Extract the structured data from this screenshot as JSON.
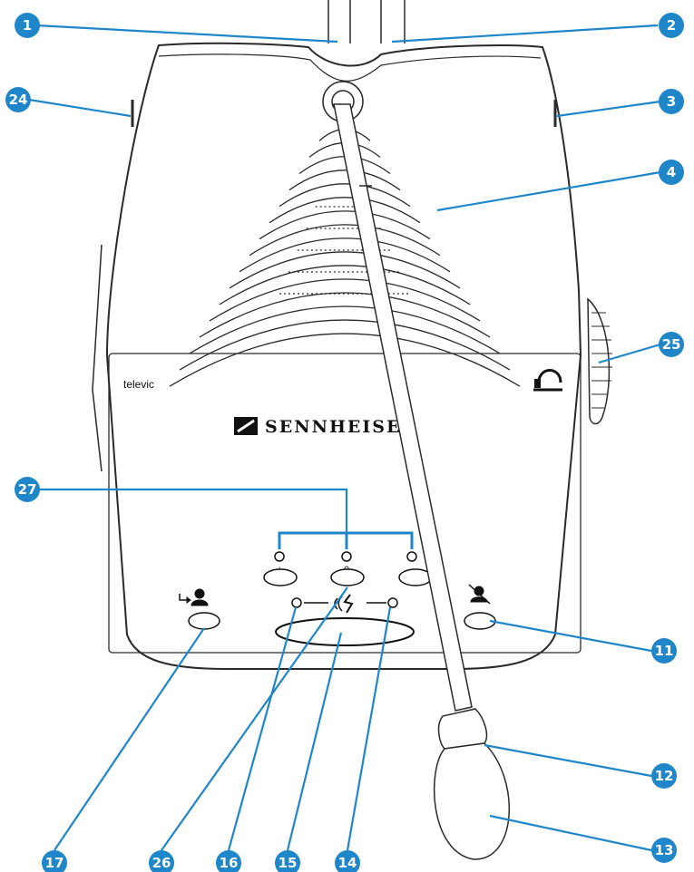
{
  "diagram": {
    "brand": "SENNHEISER",
    "maker": "televic",
    "button_labels": {
      "plus": "+",
      "zero": "0",
      "minus": "-"
    },
    "accent_color": "#1f86c9",
    "line_color": "#2a2a2a",
    "callouts": [
      "1",
      "2",
      "3",
      "4",
      "11",
      "12",
      "13",
      "14",
      "15",
      "16",
      "17",
      "24",
      "25",
      "26",
      "27"
    ]
  }
}
